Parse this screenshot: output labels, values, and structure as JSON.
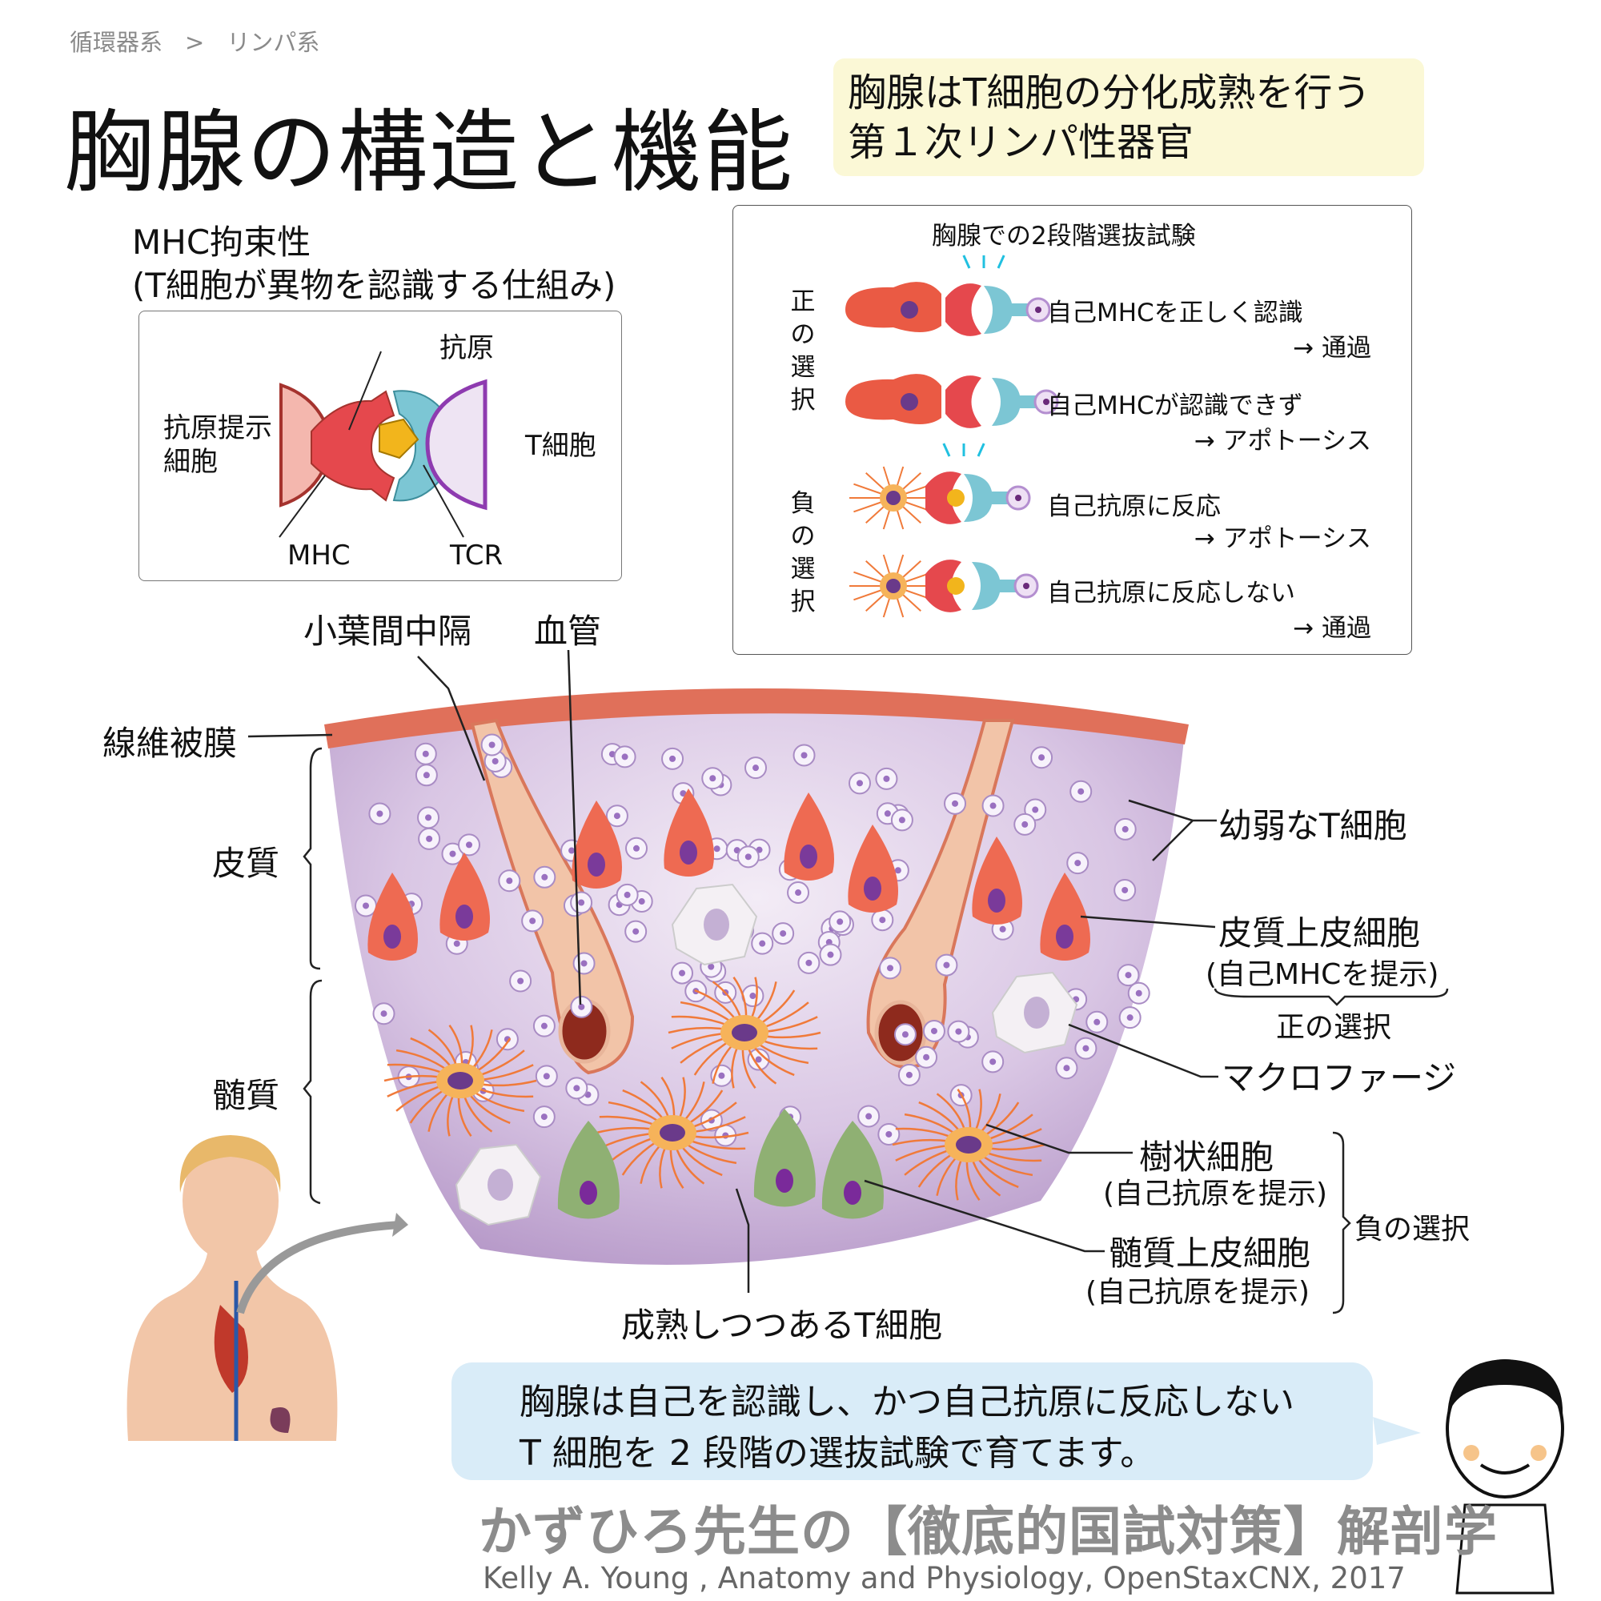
{
  "breadcrumb": [
    "循環器系",
    ">",
    "リンパ系"
  ],
  "title": "胸腺の構造と機能",
  "summary": {
    "line1": "胸腺はT細胞の分化成熟を行う",
    "line2": "第１次リンパ性器官"
  },
  "mhc_panel": {
    "heading1": "MHC拘束性",
    "heading2": "(T細胞が異物を認識する仕組み)",
    "antigen": "抗原",
    "apc_line1": "抗原提示",
    "apc_line2": "細胞",
    "tcell": "T細胞",
    "mhc": "MHC",
    "tcr": "TCR"
  },
  "selection_panel": {
    "title": "胸腺での2段階選抜試験",
    "positive_label": "正の選択",
    "negative_label": "負の選択",
    "rows": [
      {
        "text": "自己MHCを正しく認識",
        "result": "→ 通過"
      },
      {
        "text": "自己MHCが認識できず",
        "result": "→ アポトーシス"
      },
      {
        "text": "自己抗原に反応",
        "result": "→ アポトーシス"
      },
      {
        "text": "自己抗原に反応しない",
        "result": "→ 通過"
      }
    ]
  },
  "thymus_labels": {
    "septum": "小葉間中隔",
    "vessel": "血管",
    "capsule": "線維被膜",
    "cortex": "皮質",
    "medulla": "髄質",
    "immature_t": "幼弱なT細胞",
    "cortical_epi": "皮質上皮細胞",
    "cortical_epi_sub": "(自己MHCを提示)",
    "positive": "正の選択",
    "macrophage": "マクロファージ",
    "dendritic": "樹状細胞",
    "dendritic_sub": "(自己抗原を提示)",
    "negative": "負の選択",
    "medullary_epi": "髄質上皮細胞",
    "medullary_epi_sub": "(自己抗原を提示)",
    "maturing_t": "成熟しつつあるT細胞"
  },
  "bubble": {
    "line1": "胸腺は自己を認識し、かつ自己抗原に反応しない",
    "line2": "T 細胞を 2 段階の選抜試験で育てます。"
  },
  "footer_title": "かずひろ先生の【徹底的国試対策】解剖学",
  "citation": "Kelly A. Young , Anatomy and Physiology, OpenStaxCNX, 2017",
  "colors": {
    "summary_bg": "#fbf8d6",
    "bubble_bg": "#d9ecf8",
    "mhc_red": "#e5484d",
    "tcr_blue": "#7cc6d4",
    "antigen_yellow": "#f2b51c",
    "tcell_purple": "#b48fd0",
    "capsule": "#e0705a"
  }
}
